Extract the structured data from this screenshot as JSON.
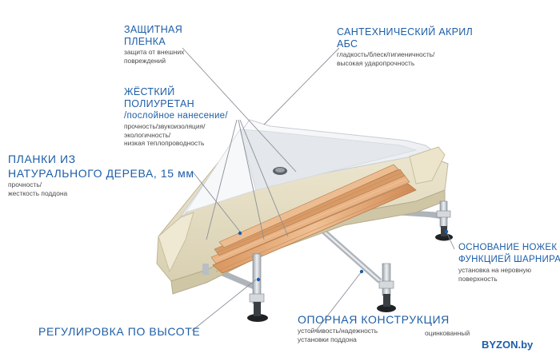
{
  "labels": {
    "film": {
      "title": [
        "ЗАЩИТНАЯ",
        "ПЛЕНКА"
      ],
      "desc": [
        "защита от внешних",
        "повреждений"
      ]
    },
    "acrylic": {
      "title": [
        "САНТЕХНИЧЕСКИЙ АКРИЛ",
        "АБС"
      ],
      "desc": [
        "гладкость/блеск/гигиеничность/",
        "высокая ударопрочность"
      ]
    },
    "polyurethane": {
      "title": [
        "ЖЁСТКИЙ",
        "ПОЛИУРЕТАН"
      ],
      "note": "/послойное нанесение/",
      "desc": [
        "прочность/звукоизоляция/",
        "экологичность/",
        "низкая теплопроводность"
      ]
    },
    "wood": {
      "title": [
        "ПЛАНКИ ИЗ",
        "НАТУРАЛЬНОГО ДЕРЕВА, 15 мм"
      ],
      "desc": [
        "прочность/",
        "жесткость поддона"
      ]
    },
    "hinge": {
      "title": [
        "ОСНОВАНИЕ НОЖЕК С",
        "ФУНКЦИЕЙ ШАРНИРА"
      ],
      "desc": [
        "установка на неровную",
        "поверхность"
      ]
    },
    "frame": {
      "title": "ОПОРНАЯ КОНСТРУКЦИЯ",
      "desc": [
        "устойчивость/надежность",
        "установки поддона"
      ],
      "extra": "оцинкованный"
    },
    "height": {
      "title": "РЕГУЛИРОВКА ПО ВЫСОТЕ"
    }
  },
  "watermark": "BYZON.by",
  "colors": {
    "accent": "#1d5ea8",
    "text": "#4a4a4a",
    "acrylic": "#f3f4f6",
    "polyurethane": "#e8e2cc",
    "wood": "#e0a878",
    "metal": "#c9ced3"
  }
}
